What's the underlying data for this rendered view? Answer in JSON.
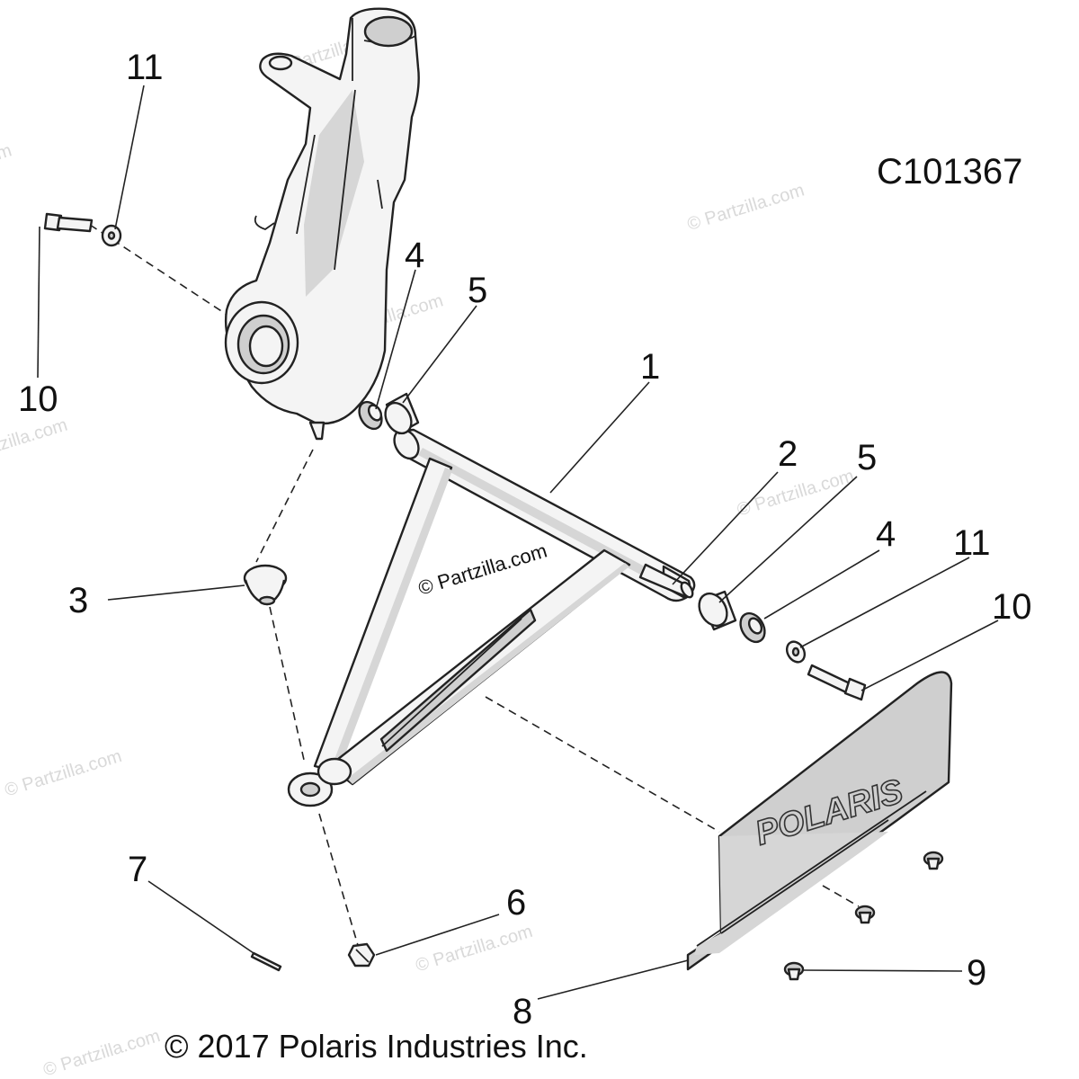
{
  "diagram": {
    "code": "C101367",
    "copyright": "© 2017 Polaris Industries Inc.",
    "center_watermark": "© Partzilla.com",
    "watermark": "© Partzilla.com",
    "guard_logo": "POLARIS",
    "callouts": [
      "11",
      "10",
      "4",
      "5",
      "1",
      "2",
      "5",
      "4",
      "11",
      "10",
      "3",
      "7",
      "6",
      "8",
      "9"
    ]
  }
}
